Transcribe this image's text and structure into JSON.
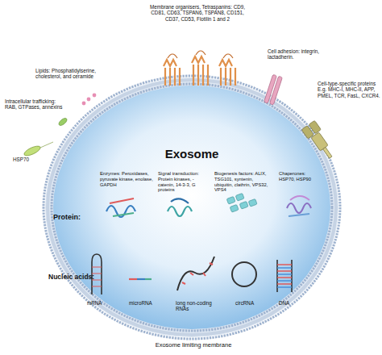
{
  "diagram": {
    "nodes": [
      {
        "text": [
          "Exosome"
        ]
      }
    ],
    "edges": [],
    "labels": [
      "Membrane organisers, Tetraspanins: CD9, CD81, CD63, TSPAN6, TSPAN8, CD151, CD37, CD53, Flotilin 1 and 2",
      "Lipids: Phosphatidylserine, cholesterol, and ceramide",
      "Cell adhesion: integrin, lactadherin.",
      "Intracellular trafficking: RAB, GTPases, annexins",
      "HSP70",
      "Cell-type-specific proteins E.g. MHC-I, MHC-II, APP, PMEL, TCR, FasL, CXCR4.",
      "Enzymes: Peroxidases, pyruvate kinase, enolase, GAPDH",
      "Signal transduction: Protein kinases, -catenin, 14-3-3, G proteins",
      "Biogenesis factors: ALIX, TSG101, syntenin, ubiquitin, clathrin, VPS32, VPS4",
      "Chaperones: HSP70, HSP90",
      "Protein:",
      "Nucleic acids:",
      "mRNA",
      "microRNA",
      "long non-coding RNAs",
      "circRNA",
      "DNA",
      "Exosome limiting membrane"
    ]
  }
}
